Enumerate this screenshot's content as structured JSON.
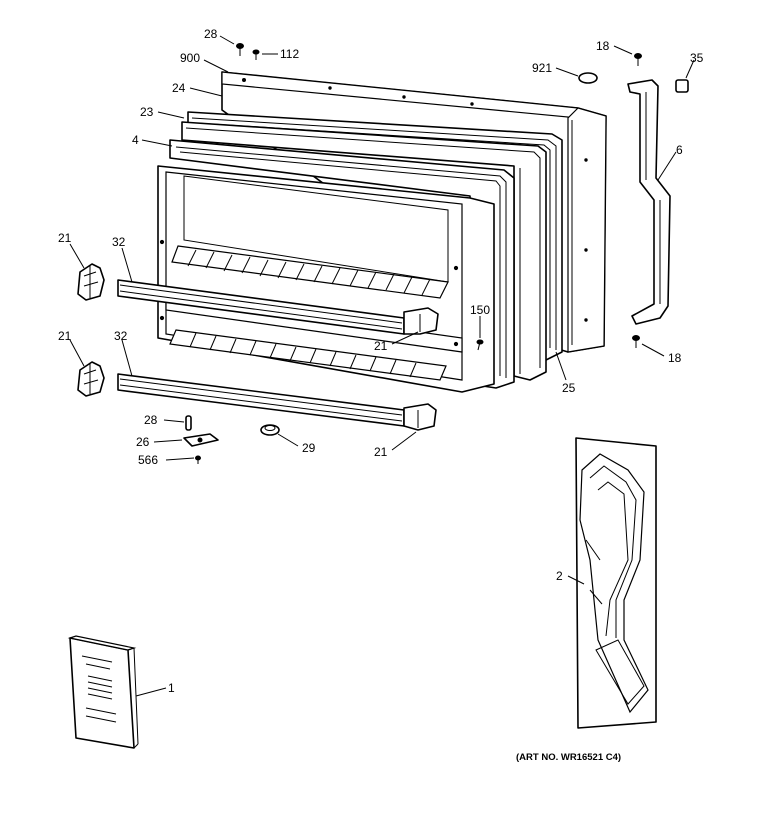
{
  "callouts": {
    "c28a": "28",
    "c112": "112",
    "c900": "900",
    "c24": "24",
    "c23": "23",
    "c4": "4",
    "c921": "921",
    "c18a": "18",
    "c35": "35",
    "c6": "6",
    "c21a": "21",
    "c32a": "32",
    "c150": "150",
    "c21b": "21",
    "c18b": "18",
    "c21c": "21",
    "c32b": "32",
    "c25": "25",
    "c28b": "28",
    "c26": "26",
    "c566": "566",
    "c29": "29",
    "c21d": "21",
    "c2": "2",
    "c1": "1"
  },
  "art_number": "(ART NO. WR16521 C4)"
}
